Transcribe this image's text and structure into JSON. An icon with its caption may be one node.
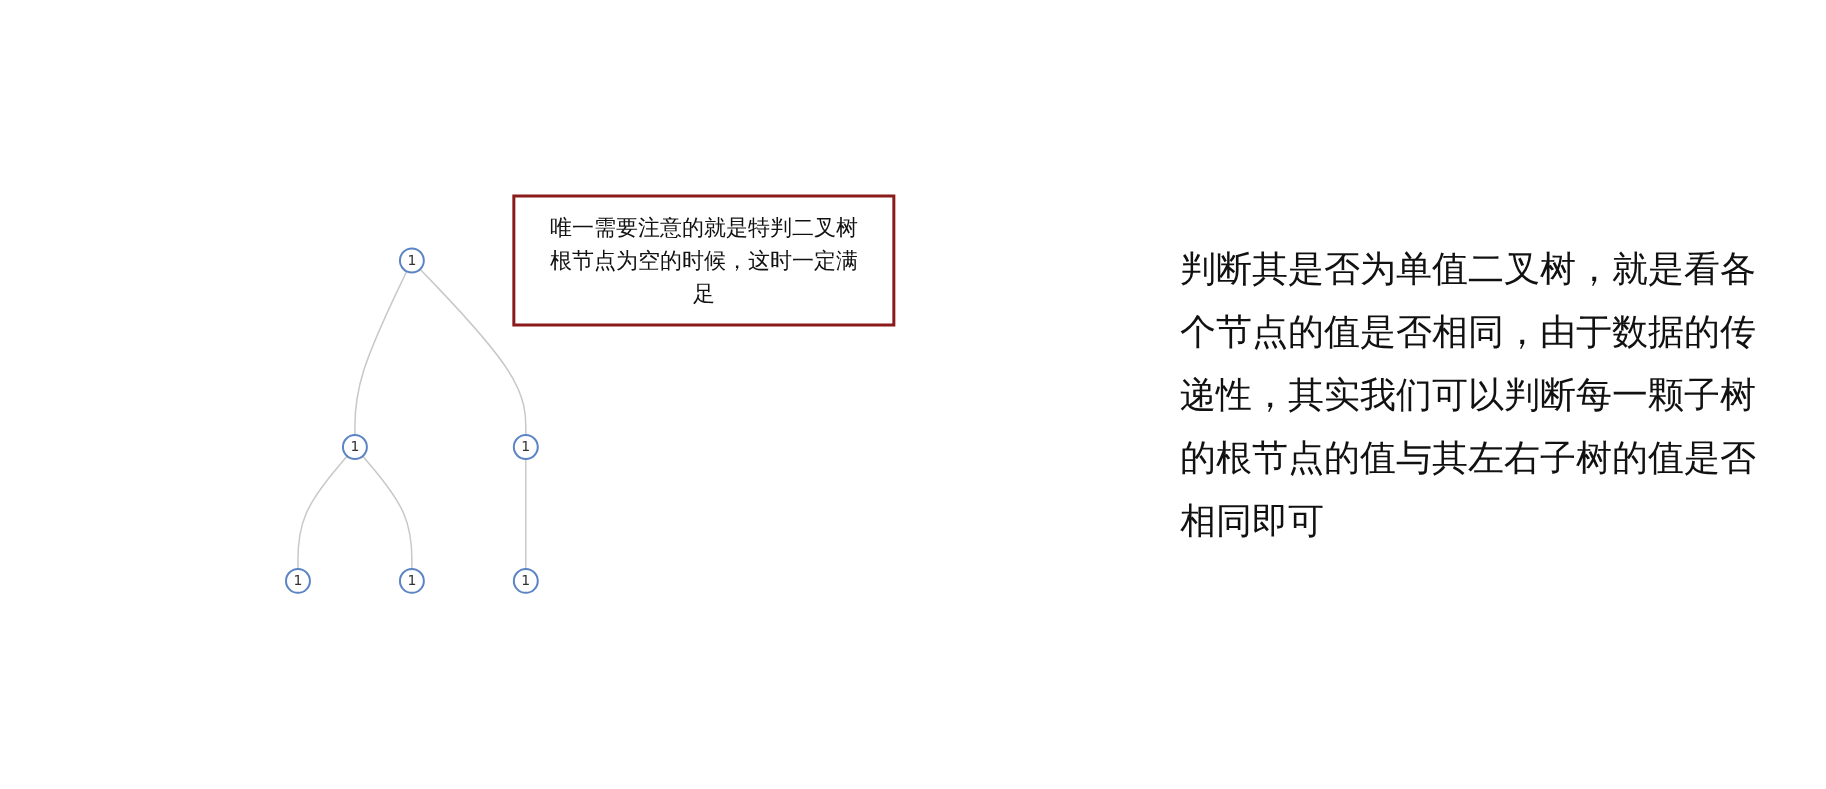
{
  "diagram": {
    "nodes": [
      {
        "text": [
          "1"
        ]
      },
      {
        "text": [
          "1"
        ]
      },
      {
        "text": [
          "1"
        ]
      },
      {
        "text": [
          "1"
        ]
      },
      {
        "text": [
          "1"
        ]
      },
      {
        "text": [
          "1"
        ]
      },
      {
        "text": [
          "唯一需要注意的就是特判二叉树根节点为空的时候，这时一定满足"
        ]
      }
    ],
    "edges": [
      {
        "from": 0,
        "to": 1,
        "arrow": "none"
      },
      {
        "from": 0,
        "to": 2,
        "arrow": "none"
      },
      {
        "from": 1,
        "to": 3,
        "arrow": "none"
      },
      {
        "from": 1,
        "to": 4,
        "arrow": "none"
      },
      {
        "from": 2,
        "to": 5,
        "arrow": "none"
      }
    ],
    "labels": [
      "判断其是否为单值二叉树，就是看各个节点的值是否相同，由于数据的传递性，其实我们可以判断每一颗子树的根节点的值与其左右子树的值是否相同即可"
    ]
  }
}
